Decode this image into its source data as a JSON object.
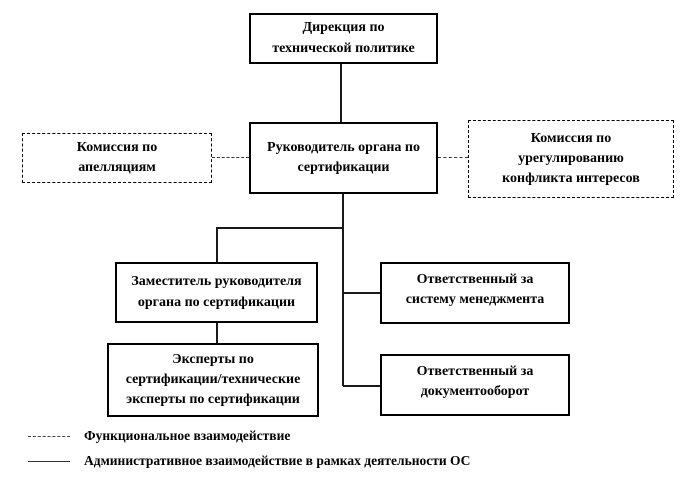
{
  "diagram": {
    "background_color": "#ffffff",
    "line_color": "#1a1a1a",
    "text_color": "#000000",
    "nodes": {
      "directorate": {
        "label": "Дирекция по\nтехнической политике",
        "border": "solid"
      },
      "head": {
        "label": "Руководитель органа по\nсертификации",
        "border": "solid"
      },
      "appeals": {
        "label": "Комиссия по\nапелляциям",
        "border": "dashed"
      },
      "conflict": {
        "label": "Комиссия по\nурегулированию\nконфликта интересов",
        "border": "dashed"
      },
      "deputy": {
        "label": "Заместитель руководителя\nоргана по сертификации",
        "border": "solid"
      },
      "experts": {
        "label": "Эксперты по\nсертификации/технические\nэксперты по сертификации",
        "border": "solid"
      },
      "management": {
        "label": "Ответственный за\nсистему менеджмента",
        "border": "solid"
      },
      "docflow": {
        "label": "Ответственный за\nдокументооборот",
        "border": "solid"
      }
    },
    "legend": {
      "functional": {
        "label": "Функциональное взаимодействие",
        "line_style": "dashed"
      },
      "administrative": {
        "label": "Административное взаимодействие в рамках деятельности ОС",
        "line_style": "solid"
      }
    }
  }
}
